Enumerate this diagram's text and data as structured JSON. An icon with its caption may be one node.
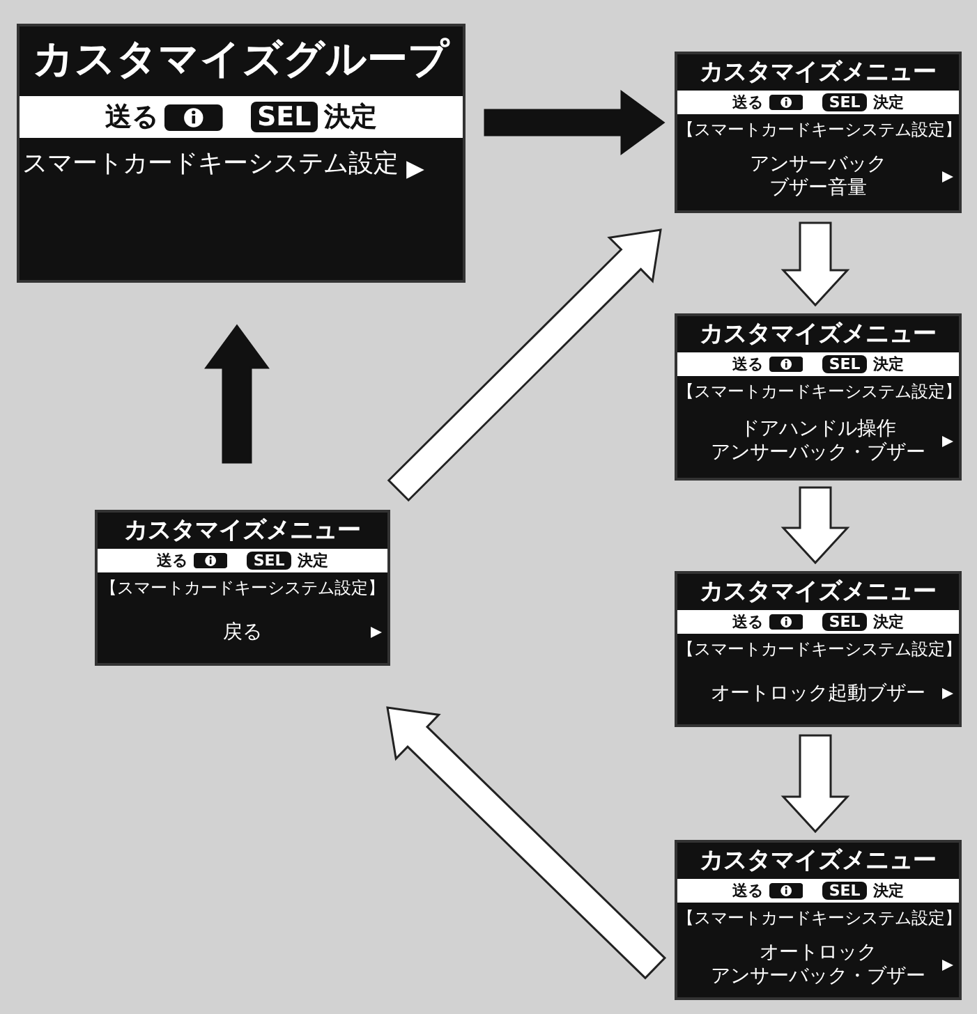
{
  "diagram": {
    "nodes": [
      {
        "text": [
          "カスタマイズグループ",
          "送る",
          "SEL",
          "決定",
          "スマートカードキーシステム設定"
        ]
      },
      {
        "text": [
          "カスタマイズメニュー",
          "送る",
          "SEL",
          "決定",
          "【スマートカードキーシステム設定】",
          "アンサーバックブザー音量"
        ]
      },
      {
        "text": [
          "カスタマイズメニュー",
          "送る",
          "SEL",
          "決定",
          "【スマートカードキーシステム設定】",
          "ドアハンドル操作アンサーバック・ブザー"
        ]
      },
      {
        "text": [
          "カスタマイズメニュー",
          "送る",
          "SEL",
          "決定",
          "【スマートカードキーシステム設定】",
          "オートロック起動ブザー"
        ]
      },
      {
        "text": [
          "カスタマイズメニュー",
          "送る",
          "SEL",
          "決定",
          "【スマートカードキーシステム設定】",
          "オートロックアンサーバック・ブザー"
        ]
      },
      {
        "text": [
          "カスタマイズメニュー",
          "送る",
          "SEL",
          "決定",
          "【スマートカードキーシステム設定】",
          "戻る"
        ]
      }
    ],
    "edges": [
      {
        "from": 0,
        "to": 1,
        "arrow": "to",
        "color": "#111111"
      },
      {
        "from": 1,
        "to": 2,
        "arrow": "to"
      },
      {
        "from": 2,
        "to": 3,
        "arrow": "to"
      },
      {
        "from": 3,
        "to": 4,
        "arrow": "to"
      },
      {
        "from": 4,
        "to": 5,
        "arrow": "to"
      },
      {
        "from": 5,
        "to": 0,
        "arrow": "to",
        "color": "#111111"
      },
      {
        "from": 5,
        "to": 1,
        "arrow": "to"
      }
    ]
  }
}
